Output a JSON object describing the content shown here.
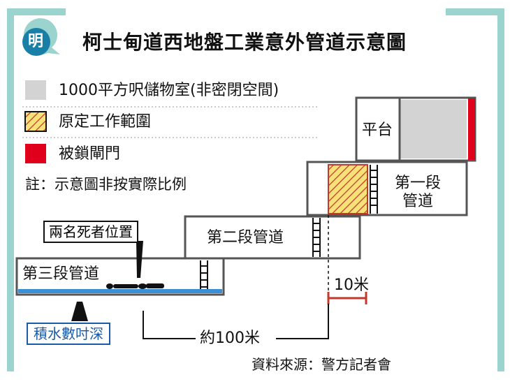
{
  "brand": {
    "badge_char": "明",
    "accent": "#1a7fa6",
    "frame": "#9bd3cf"
  },
  "title": "柯士甸道西地盤工業意外管道示意圖",
  "legend": [
    {
      "label": "1000平方呎儲物室(非密閉空間)",
      "swatch": "#d3d3d3"
    },
    {
      "label": "原定工作範圍",
      "swatch": "hatched"
    },
    {
      "label": "被鎖閘門",
      "swatch": "#e0001b"
    }
  ],
  "note": "註：示意圖非按實際比例",
  "diagram": {
    "platform_label": "平台",
    "stage1_label": "第一段\n管道",
    "stage2_label": "第二段管道",
    "stage3_label": "第三段管道",
    "victims_label": "兩名死者位置",
    "water_label": "積水數吋深",
    "dist_10": "10米",
    "dist_100": "約100米"
  },
  "source": "資料來源：警方記者會",
  "colors": {
    "storage": "#d3d3d3",
    "gate": "#e0001b",
    "hatch_bg": "#f7e27a",
    "hatch_line": "#c0392b",
    "water": "#3b8fd6"
  }
}
